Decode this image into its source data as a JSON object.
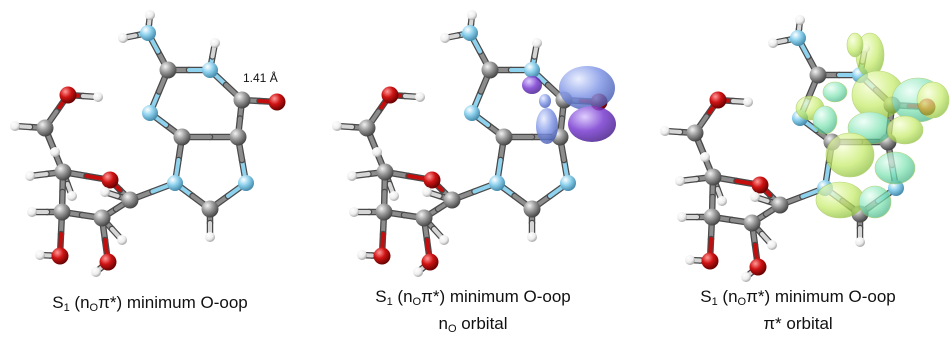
{
  "panels": [
    {
      "caption_pre": "S",
      "caption_state_sub": "1",
      "caption_mid": " (n",
      "caption_orb_sub": "O",
      "caption_post": "π*) minimum O-oop",
      "annotation": "1.41 Å"
    },
    {
      "caption_pre": "S",
      "caption_state_sub": "1",
      "caption_mid": " (n",
      "caption_orb_sub": "O",
      "caption_post": "π*) minimum O-oop",
      "line2_pre": "n",
      "line2_sub": "O",
      "line2_post": " orbital"
    },
    {
      "caption_pre": "S",
      "caption_state_sub": "1",
      "caption_mid": " (n",
      "caption_orb_sub": "O",
      "caption_post": "π*) minimum O-oop",
      "line2": "π* orbital"
    }
  ],
  "colors": {
    "carbon": "#8c8c8c",
    "nitrogen": "#8fd2ee",
    "oxygen": "#c40d0d",
    "hydrogen": "#f2f2f2",
    "n_orbital_blue": "#7f95e6",
    "n_orbital_purple": "#7436cf",
    "pi_orbital": "#bfea5f"
  },
  "icons": [
    "ball-and-stick-molecule",
    "orbital-isosurface"
  ]
}
